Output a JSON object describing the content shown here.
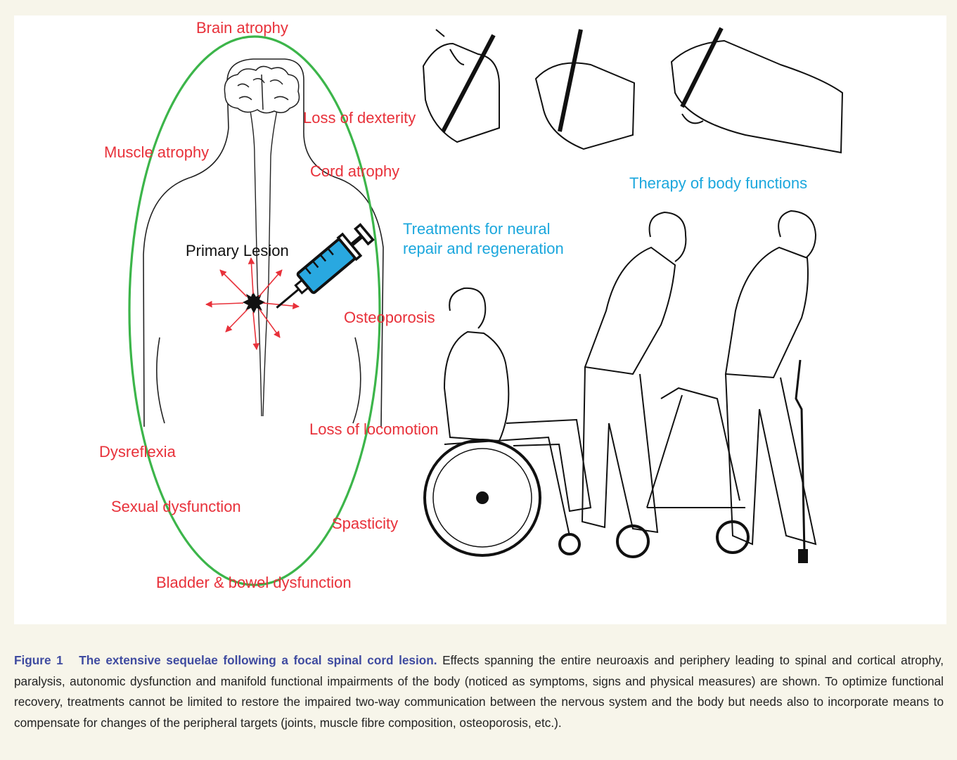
{
  "labels": {
    "brain_atrophy": "Brain atrophy",
    "loss_of_dexterity": "Loss of dexterity",
    "muscle_atrophy": "Muscle atrophy",
    "cord_atrophy": "Cord atrophy",
    "primary_lesion": "Primary Lesion",
    "osteoporosis": "Osteoporosis",
    "loss_of_locomotion": "Loss of locomotion",
    "dysreflexia": "Dysreflexia",
    "sexual_dysfunction": "Sexual dysfunction",
    "spasticity": "Spasticity",
    "bladder_bowel": "Bladder & bowel dysfunction",
    "therapy": "Therapy of body functions",
    "treatments_line1": "Treatments for neural",
    "treatments_line2": "repair and regeneration"
  },
  "caption": {
    "label": "Figure 1",
    "title": "The extensive sequelae following a focal spinal cord lesion.",
    "body": "Effects spanning the entire neuroaxis and periphery leading to spinal and cortical atrophy, paralysis, autonomic dysfunction and manifold functional impairments of the body (noticed as symptoms, signs and physical measures) are shown. To optimize functional recovery, treatments cannot be limited to restore the impaired two-way communication between the nervous system and the body but needs also to incorporate means to compensate for changes of the peripheral targets (joints, muscle fibre composition, osteoporosis, etc.)."
  },
  "colors": {
    "sequelae_text": "#e8313a",
    "therapy_text": "#1ba7dd",
    "ellipse": "#3cb54a",
    "caption_title": "#3f4ba0",
    "syringe_fluid": "#29a8e0",
    "page_background": "#f7f5ea"
  },
  "icons": {
    "syringe": "syringe-icon",
    "lesion": "lesion-burst-icon",
    "hands": "writing-hand-icon",
    "wheelchair": "wheelchair-icon",
    "walker": "walker-icon",
    "crutch": "crutch-icon"
  }
}
